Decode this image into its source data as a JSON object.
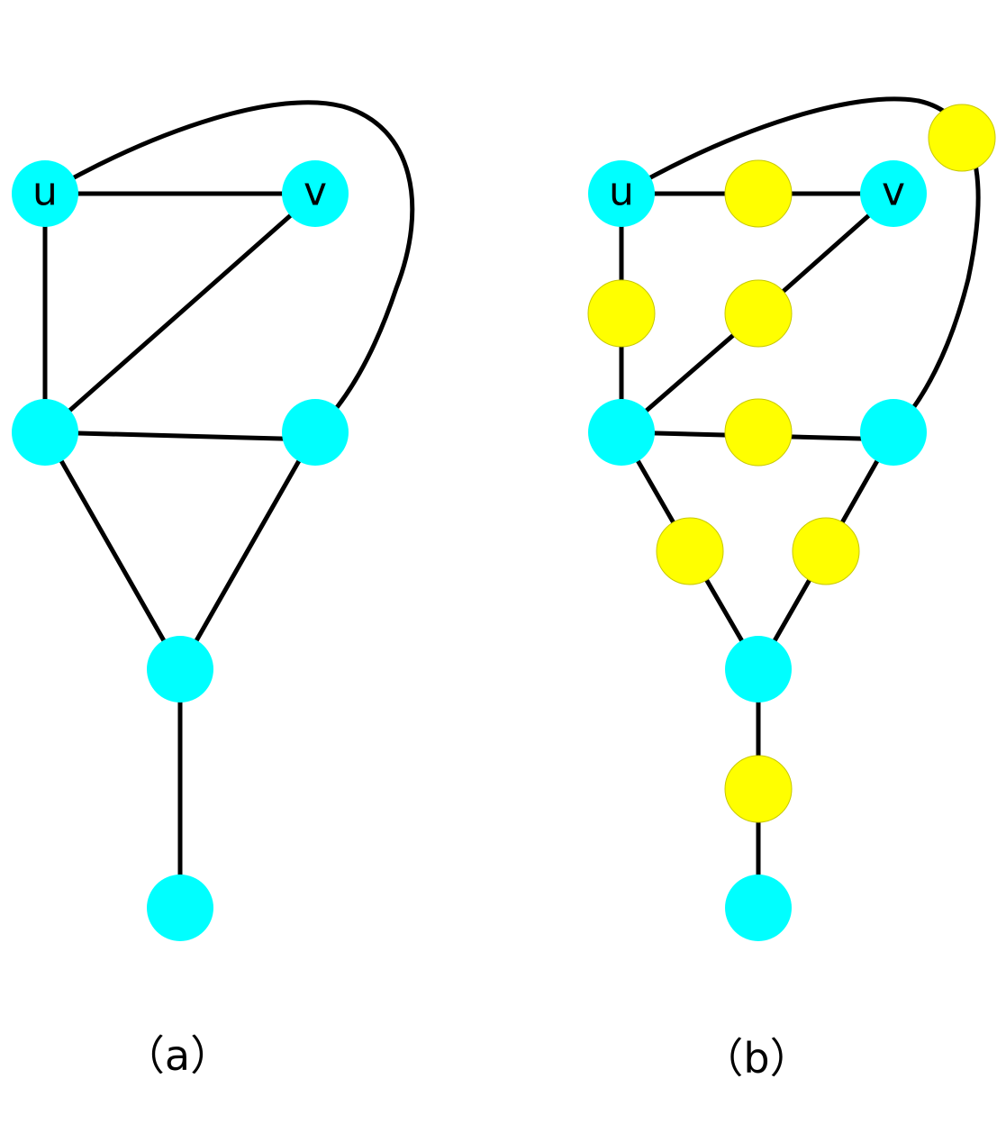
{
  "colors": {
    "original_node": "#00ffff",
    "subdivision_node": "#ffff00",
    "edge": "#000000",
    "background": "#ffffff"
  },
  "panels": [
    {
      "id": "a",
      "caption": "（a）",
      "nodes": [
        {
          "id": "u",
          "label": "u",
          "kind": "original"
        },
        {
          "id": "v",
          "label": "v",
          "kind": "original"
        },
        {
          "id": "w",
          "label": "",
          "kind": "original"
        },
        {
          "id": "x",
          "label": "",
          "kind": "original"
        },
        {
          "id": "y",
          "label": "",
          "kind": "original"
        },
        {
          "id": "z",
          "label": "",
          "kind": "original"
        }
      ],
      "edges": [
        [
          "u",
          "v"
        ],
        [
          "u",
          "w"
        ],
        [
          "v",
          "w"
        ],
        [
          "w",
          "x"
        ],
        [
          "u",
          "x"
        ],
        [
          "w",
          "y"
        ],
        [
          "x",
          "y"
        ],
        [
          "y",
          "z"
        ]
      ]
    },
    {
      "id": "b",
      "caption": "（b）",
      "nodes": [
        {
          "id": "u",
          "label": "u",
          "kind": "original"
        },
        {
          "id": "v",
          "label": "v",
          "kind": "original"
        },
        {
          "id": "w",
          "label": "",
          "kind": "original"
        },
        {
          "id": "x",
          "label": "",
          "kind": "original"
        },
        {
          "id": "y",
          "label": "",
          "kind": "original"
        },
        {
          "id": "z",
          "label": "",
          "kind": "original"
        },
        {
          "id": "s_uv",
          "label": "",
          "kind": "subdivision"
        },
        {
          "id": "s_ux",
          "label": "",
          "kind": "subdivision"
        },
        {
          "id": "s_uw",
          "label": "",
          "kind": "subdivision"
        },
        {
          "id": "s_vw",
          "label": "",
          "kind": "subdivision"
        },
        {
          "id": "s_wx",
          "label": "",
          "kind": "subdivision"
        },
        {
          "id": "s_wy",
          "label": "",
          "kind": "subdivision"
        },
        {
          "id": "s_xy",
          "label": "",
          "kind": "subdivision"
        },
        {
          "id": "s_yz",
          "label": "",
          "kind": "subdivision"
        }
      ],
      "edges": [
        [
          "u",
          "s_uv"
        ],
        [
          "s_uv",
          "v"
        ],
        [
          "u",
          "s_uw"
        ],
        [
          "s_uw",
          "w"
        ],
        [
          "v",
          "s_vw"
        ],
        [
          "s_vw",
          "w"
        ],
        [
          "w",
          "s_wx"
        ],
        [
          "s_wx",
          "x"
        ],
        [
          "u",
          "s_ux"
        ],
        [
          "s_ux",
          "x"
        ],
        [
          "w",
          "s_wy"
        ],
        [
          "s_wy",
          "y"
        ],
        [
          "x",
          "s_xy"
        ],
        [
          "s_xy",
          "y"
        ],
        [
          "y",
          "s_yz"
        ],
        [
          "s_yz",
          "z"
        ]
      ]
    }
  ]
}
